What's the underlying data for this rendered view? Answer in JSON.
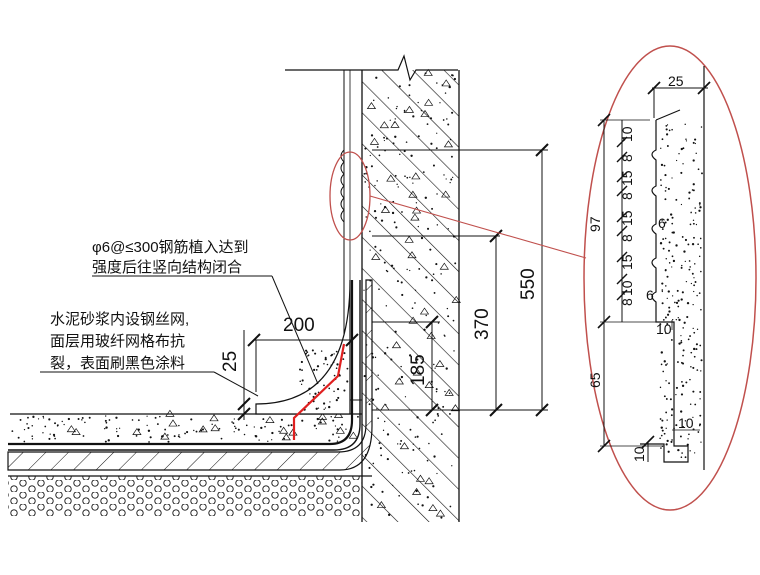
{
  "annotations": {
    "rebar_note_line1": "φ6@≤300钢筋植入达到",
    "rebar_note_line2": "强度后往竖向结构闭合",
    "mortar_note_line1": "水泥砂浆内设钢丝网,",
    "mortar_note_line2": "面层用玻纤网格布抗",
    "mortar_note_line3": "裂，表面刷黑色涂料"
  },
  "main_dimensions": {
    "d200": "200",
    "d25": "25",
    "d185": "185",
    "d370": "370",
    "d550": "550"
  },
  "detail_dimensions": {
    "top_25": "25",
    "total_97": "97",
    "seg_10a": "10",
    "seg_8a": "8",
    "seg_15a": "15",
    "seg_8b": "8",
    "seg_15b": "15",
    "seg_8c": "8",
    "seg_15c": "15",
    "seg_10b": "10",
    "seg_8d": "8",
    "groove_6a": "6",
    "groove_6b": "6",
    "step_10a": "10",
    "total_65": "65",
    "step_10b": "10",
    "bottom_10": "10"
  },
  "colors": {
    "line": "#111111",
    "callout_ellipse": "#c0504d",
    "rebar": "#e02020"
  }
}
